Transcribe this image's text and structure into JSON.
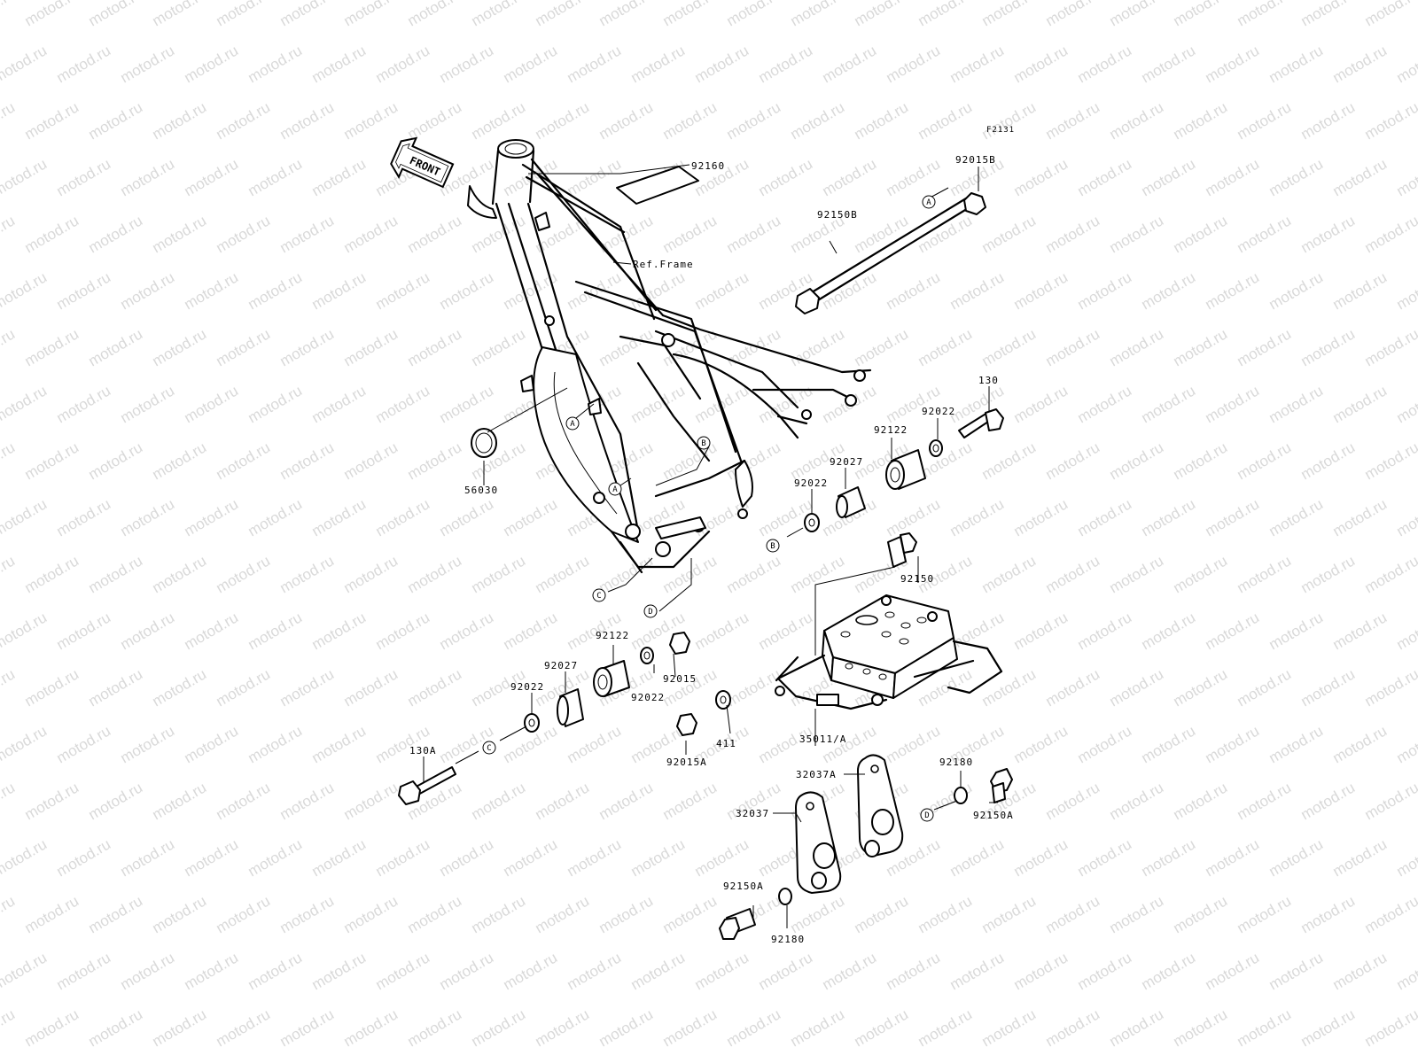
{
  "diagram": {
    "code": "F2131",
    "front_label": "FRONT",
    "watermark": "motod.ru",
    "ref_frame": "Ref.Frame",
    "parts": {
      "p92160": "92160",
      "p92015B": "92015B",
      "p92150B": "92150B",
      "p130": "130",
      "p92022_upper": "92022",
      "p92122_upper": "92122",
      "p92027_upper": "92027",
      "p92022_mid": "92022",
      "p92150": "92150",
      "p56030": "56030",
      "p92122_lower": "92122",
      "p92027_lower": "92027",
      "p92015": "92015",
      "p92022_lower_a": "92022",
      "p92022_lower_b": "92022",
      "p130A": "130A",
      "p411": "411",
      "p92015A": "92015A",
      "p35011A": "35011/A",
      "p32037A": "32037A",
      "p32037": "32037",
      "p92180_upper": "92180",
      "p92150A_right": "92150A",
      "p92150A_left": "92150A",
      "p92180_lower": "92180"
    },
    "markers": {
      "A": "A",
      "B": "B",
      "C": "C",
      "D": "D"
    }
  }
}
